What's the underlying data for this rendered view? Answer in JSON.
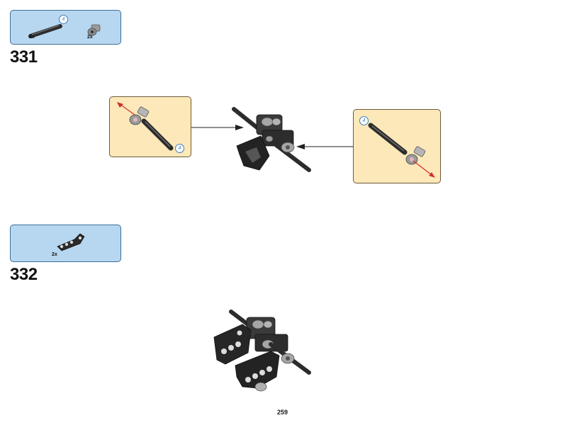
{
  "step_331": {
    "number": "331",
    "parts": [
      {
        "icon": "axle-4-icon",
        "quantity": "2x",
        "length_label": "4"
      },
      {
        "icon": "axle-connector-icon",
        "quantity": "2x"
      }
    ],
    "callout_left_length": "4",
    "callout_right_length": "4"
  },
  "step_332": {
    "number": "332",
    "parts": [
      {
        "icon": "bent-liftarm-icon",
        "quantity": "2x"
      }
    ]
  },
  "page": {
    "number": "259"
  },
  "colors": {
    "parts_box_bg": "#b7d7f1",
    "callout_bg": "#fde8b9",
    "direction_arrow": "#d0302a",
    "pointer_arrow": "#222222"
  }
}
